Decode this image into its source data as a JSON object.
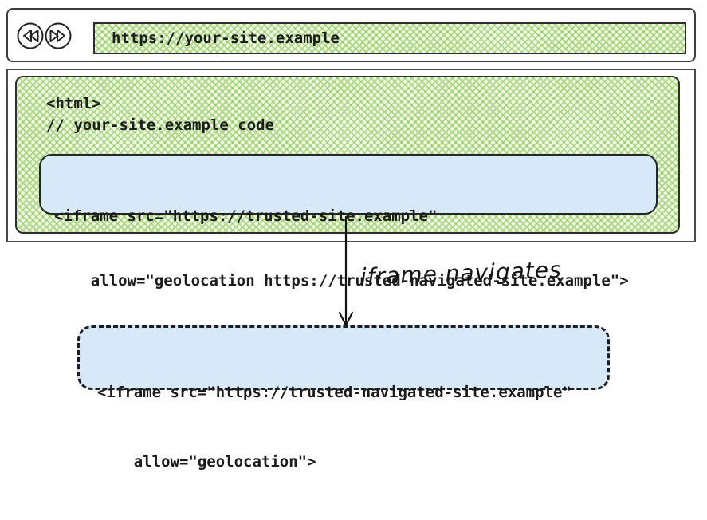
{
  "colors": {
    "hatch_green_line": "#8ac754",
    "hatch_background": "#f2fae8",
    "code_box_blue": "#d7e9f8",
    "ink": "#1c1c1c",
    "frame_gray": "#4a4a4a"
  },
  "browser": {
    "back_icon": "double-arrow-left",
    "forward_icon": "double-arrow-right",
    "url": "https://your-site.example"
  },
  "page": {
    "code_line1": "<html>",
    "code_line2": "// your-site.example code",
    "iframe_embed": {
      "line1": "<iframe src=\"https://trusted-site.example\"",
      "line2": "    allow=\"geolocation https://trusted-navigated-site.example\">"
    }
  },
  "flow": {
    "arrow_label": "iframe navigates"
  },
  "navigated_iframe": {
    "line1": "<iframe src=\"https://trusted-navigated-site.example\"",
    "line2": "    allow=\"geolocation\">"
  }
}
